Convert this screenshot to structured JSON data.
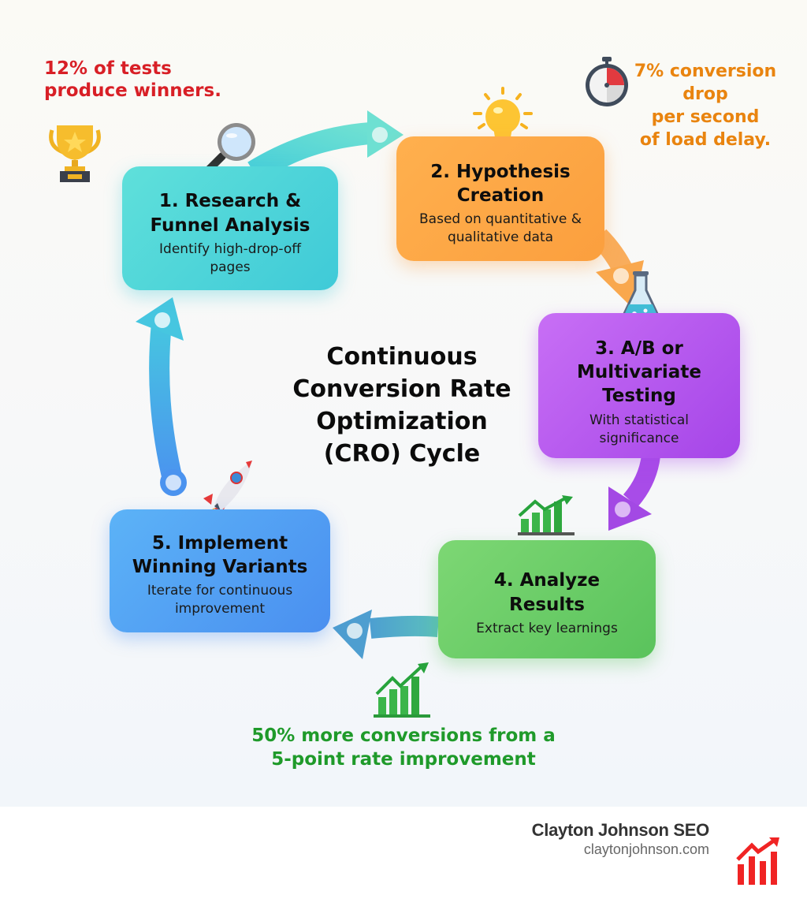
{
  "diagram": {
    "title": "Continuous Conversion Rate Optimization (CRO) Cycle",
    "title_lines": [
      "Continuous",
      "Conversion Rate",
      "Optimization",
      "(CRO) Cycle"
    ],
    "steps": [
      {
        "number": 1,
        "title": "1. Research & Funnel Analysis",
        "description": "Identify high-drop-off pages",
        "icon": "magnifying-glass-icon",
        "color": "#46d1da"
      },
      {
        "number": 2,
        "title": "2. Hypothesis Creation",
        "description": "Based on quantitative & qualitative data",
        "icon": "lightbulb-icon",
        "color": "#fda646"
      },
      {
        "number": 3,
        "title": "3. A/B or Multivariate Testing",
        "description": "With statistical significance",
        "icon": "flask-icon",
        "color": "#b55aee"
      },
      {
        "number": 4,
        "title": "4. Analyze Results",
        "description": "Extract key learnings",
        "icon": "growth-chart-icon",
        "color": "#6ccd68"
      },
      {
        "number": 5,
        "title": "5. Implement Winning Variants",
        "description": "Iterate for continuous improvement",
        "icon": "rocket-icon",
        "color": "#52a0f3"
      }
    ],
    "flow": [
      {
        "from": 1,
        "to": 2
      },
      {
        "from": 2,
        "to": 3
      },
      {
        "from": 3,
        "to": 4
      },
      {
        "from": 4,
        "to": 5
      },
      {
        "from": 5,
        "to": 1
      }
    ]
  },
  "stats": {
    "winners": {
      "text": "12% of tests produce winners.",
      "lines": [
        "12% of tests",
        "produce winners."
      ],
      "icon": "trophy-icon",
      "color": "#d81f26"
    },
    "load_delay": {
      "text": "7% conversion drop per second of load delay.",
      "lines": [
        "7% conversion",
        "drop",
        "per second",
        "of load delay."
      ],
      "icon": "stopwatch-icon",
      "color": "#e9840f"
    },
    "improvement": {
      "text": "50% more conversions from a 5-point rate improvement",
      "lines": [
        "50% more conversions from a",
        "5-point rate improvement"
      ],
      "icon": "growth-chart-icon",
      "color": "#1f9a2a"
    }
  },
  "footer": {
    "brand_name": "Clayton Johnson SEO",
    "brand_url": "claytonjohnson.com",
    "logo_icon": "bar-chart-arrow-icon",
    "logo_color": "#f02424"
  }
}
